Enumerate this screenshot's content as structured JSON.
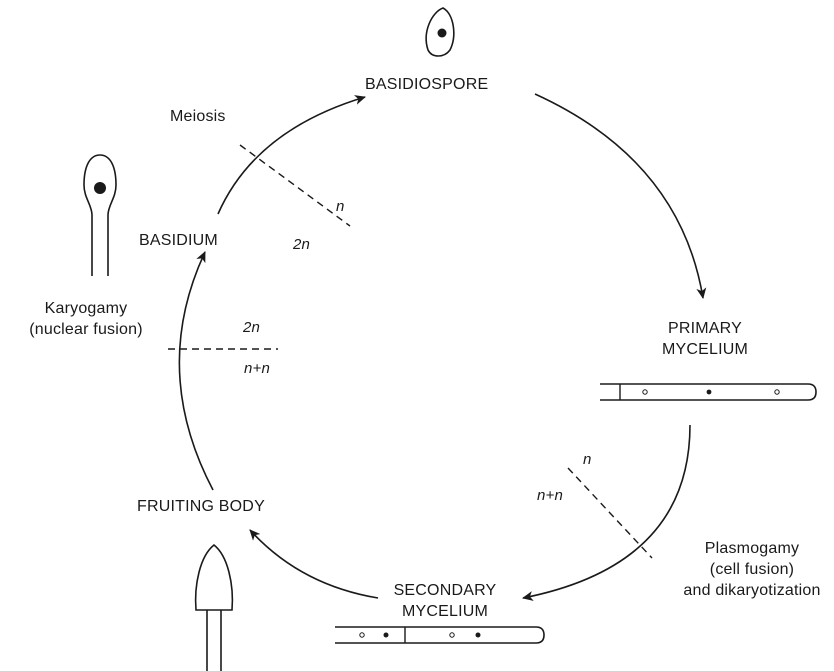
{
  "stages": {
    "basidiospore": "BASIDIOSPORE",
    "primary_line1": "PRIMARY",
    "primary_line2": "MYCELIUM",
    "secondary_line1": "SECONDARY",
    "secondary_line2": "MYCELIUM",
    "fruiting_body": "FRUITING BODY",
    "basidium": "BASIDIUM"
  },
  "processes": {
    "meiosis": "Meiosis",
    "karyogamy_line1": "Karyogamy",
    "karyogamy_line2": "(nuclear fusion)",
    "plasmogamy_line1": "Plasmogamy",
    "plasmogamy_line2": "(cell fusion)",
    "plasmogamy_line3": "and dikaryotization"
  },
  "ploidy": {
    "meiosis_after": "n",
    "meiosis_before": "2n",
    "karyogamy_after": "2n",
    "karyogamy_before": "n+n",
    "plasmogamy_before": "n",
    "plasmogamy_after": "n+n"
  }
}
